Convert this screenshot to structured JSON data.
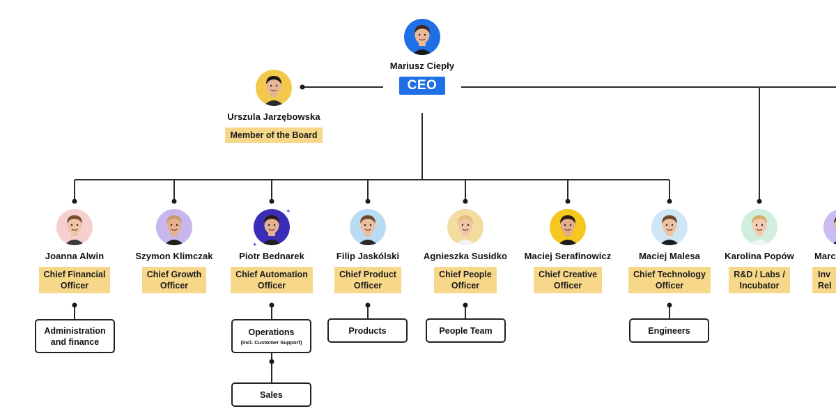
{
  "ceo": {
    "name": "Mariusz Ciepły",
    "role": "CEO"
  },
  "board": {
    "name": "Urszula Jarzębowska",
    "role": "Member of the Board"
  },
  "chiefs": [
    {
      "name": "Joanna Alwin",
      "role": "Chief Financial\nOfficer"
    },
    {
      "name": "Szymon Klimczak",
      "role": "Chief Growth\nOfficer"
    },
    {
      "name": "Piotr Bednarek",
      "role": "Chief Automation\nOfficer"
    },
    {
      "name": "Filip Jaskólski",
      "role": "Chief Product\nOfficer"
    },
    {
      "name": "Agnieszka Susidko",
      "role": "Chief People\nOfficer"
    },
    {
      "name": "Maciej Serafinowicz",
      "role": "Chief Creative\nOfficer"
    },
    {
      "name": "Maciej Malesa",
      "role": "Chief Technology\nOfficer"
    },
    {
      "name": "Karolina Popów",
      "role": "R&D / Labs /\nIncubator"
    },
    {
      "name": "Marc",
      "role": "Inv\nRel"
    }
  ],
  "departments": {
    "admin": {
      "label": "Administration\nand finance"
    },
    "operations": {
      "label": "Operations",
      "note": "(incl. Customer Support)"
    },
    "sales": {
      "label": "Sales"
    },
    "products": {
      "label": "Products"
    },
    "people": {
      "label": "People Team"
    },
    "engineers": {
      "label": "Engineers"
    }
  },
  "colors": {
    "accent": "#1f6fe5",
    "role_badge": "#f7d88a",
    "line": "#2b2b2b"
  },
  "avatars": [
    {
      "who": "ceo",
      "bg": "#1f6fe5",
      "hair": "#3a2a1e",
      "skin": "#e9b99a",
      "shirt": "#1b1b1b"
    },
    {
      "who": "board",
      "bg": "#f2c94c",
      "hair": "#1a1414",
      "skin": "#e6b497",
      "shirt": "#2a2a2a"
    },
    {
      "who": "chief-0",
      "bg": "#f6d0cf",
      "hair": "#7a4b2c",
      "skin": "#eec3a6",
      "shirt": "#3a3a3a"
    },
    {
      "who": "chief-1",
      "bg": "#c8b6ef",
      "hair": "#c79a6a",
      "skin": "#e4b08f",
      "shirt": "#1e1e1e"
    },
    {
      "who": "chief-2",
      "bg": "#3a2db8",
      "hair": "#2a1c14",
      "skin": "#e3b092",
      "shirt": "#202020"
    },
    {
      "who": "chief-3",
      "bg": "#b9dcf3",
      "hair": "#6b4a2e",
      "skin": "#ebbd9f",
      "shirt": "#2a2a2a"
    },
    {
      "who": "chief-4",
      "bg": "#f3dca0",
      "hair": "#e5c07a",
      "skin": "#f0c6a8",
      "shirt": "#f2f2f2"
    },
    {
      "who": "chief-5",
      "bg": "#f4c81e",
      "hair": "#2b1c12",
      "skin": "#e2ad8c",
      "shirt": "#1a1a1a"
    },
    {
      "who": "chief-6",
      "bg": "#cfe6f7",
      "hair": "#6d4a2b",
      "skin": "#edc1a3",
      "shirt": "#1c1c1c"
    },
    {
      "who": "chief-7",
      "bg": "#cfeedd",
      "hair": "#d7b06c",
      "skin": "#f1ccb2",
      "shirt": "#f4f4f4"
    },
    {
      "who": "chief-8",
      "bg": "#cbbcf2",
      "hair": "#5a3a22",
      "skin": "#e6b596",
      "shirt": "#2a2a2a"
    }
  ]
}
